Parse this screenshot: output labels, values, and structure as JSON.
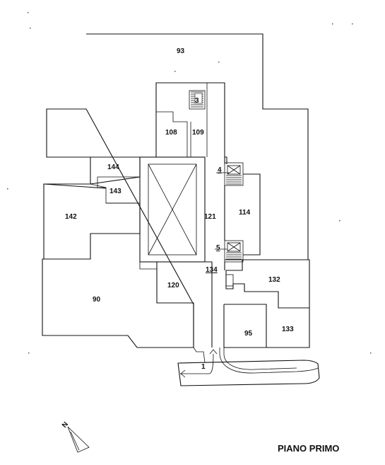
{
  "rooms": {
    "r93": "93",
    "r3": "3",
    "r108": "108",
    "r109": "109",
    "r144": "144",
    "r4": "4",
    "r143": "143",
    "r142": "142",
    "r121": "121",
    "r114": "114",
    "r5": "5",
    "r134": "134",
    "r132": "132",
    "r120": "120",
    "r90": "90",
    "r95": "95",
    "r133": "133",
    "r1": "1"
  },
  "compass_label": "N",
  "plan_title": "PIANO PRIMO"
}
